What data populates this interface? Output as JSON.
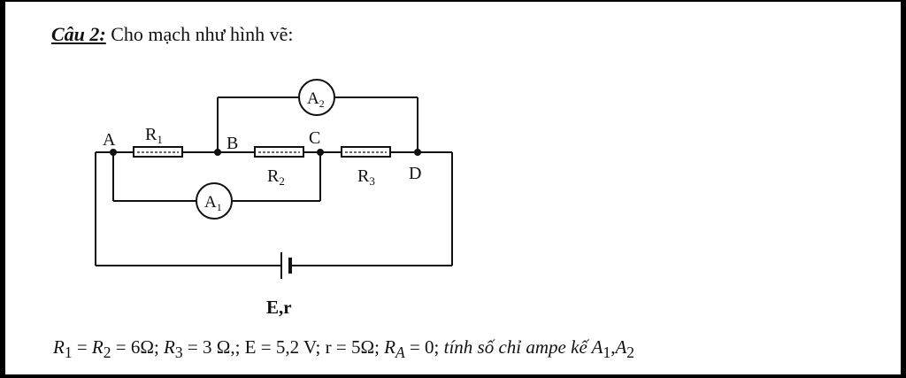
{
  "heading": {
    "label": "Câu 2:",
    "text": "Cho mạch như hình vẽ:"
  },
  "circuit": {
    "nodes": {
      "a": "A",
      "b": "B",
      "c": "C",
      "d": "D"
    },
    "resistors": {
      "r1_main": "R",
      "r1_sub": "1",
      "r2_main": "R",
      "r2_sub": "2",
      "r3_main": "R",
      "r3_sub": "3"
    },
    "ammeters": {
      "a1_main": "A",
      "a1_sub": "1",
      "a2_main": "A",
      "a2_sub": "2"
    },
    "source_label": "E,r"
  },
  "formula": {
    "r1": "R",
    "r1_sub": "1",
    "eq1": " = ",
    "r2": "R",
    "r2_sub": "2",
    "part1": " = 6Ω; ",
    "r3": "R",
    "r3_sub": "3",
    "part2": " = 3 Ω,; E = 5,2 V; r = 5Ω; ",
    "ra": "R",
    "ra_sub": "A",
    "part3": " = 0; ",
    "task": "tính số chỉ ampe kế ",
    "a1": "A",
    "a1_sub": "1",
    "comma": ",",
    "a2": "A",
    "a2_sub": "2"
  }
}
